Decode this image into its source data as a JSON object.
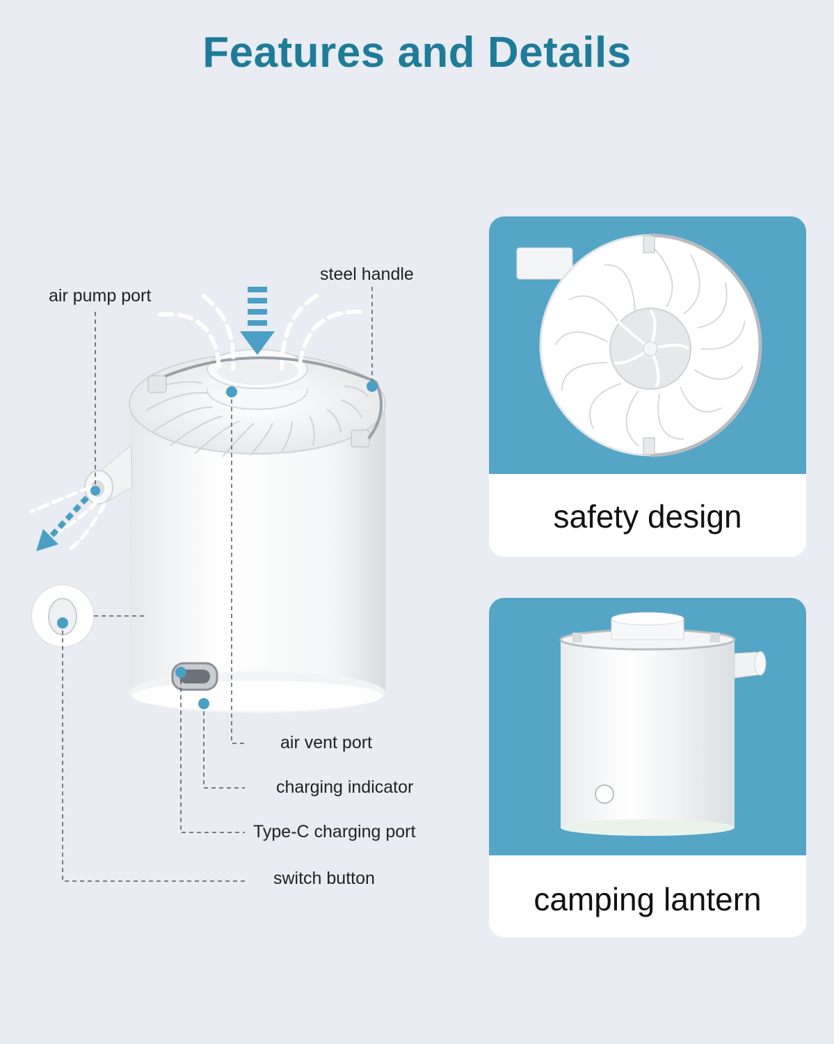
{
  "header": {
    "title": "Features and Details"
  },
  "callouts": {
    "air_pump_port": "air pump port",
    "steel_handle": "steel handle",
    "air_vent_port": "air vent port",
    "charging_indicator": "charging indicator",
    "type_c_port": "Type-C charging port",
    "switch_button": "switch button"
  },
  "cards": {
    "safety": {
      "caption": "safety design"
    },
    "lantern": {
      "caption": "camping lantern"
    }
  },
  "colors": {
    "background": "#e9ecf3",
    "title": "#1f7c98",
    "accent": "#4a9fc4",
    "card_photo_bg": "#55a5c7"
  },
  "icons": {
    "intake_arrow": "arrow-down-icon",
    "outflow_arrow": "arrow-down-left-icon"
  }
}
